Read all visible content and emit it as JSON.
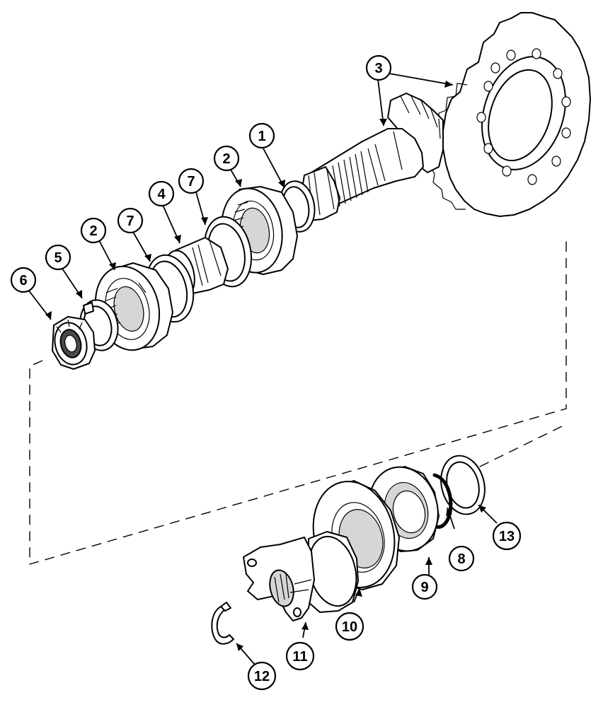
{
  "callouts": [
    {
      "id": "c1",
      "label": "1"
    },
    {
      "id": "c2a",
      "label": "2"
    },
    {
      "id": "c2b",
      "label": "2"
    },
    {
      "id": "c3",
      "label": "3"
    },
    {
      "id": "c4",
      "label": "4"
    },
    {
      "id": "c5",
      "label": "5"
    },
    {
      "id": "c6",
      "label": "6"
    },
    {
      "id": "c7a",
      "label": "7"
    },
    {
      "id": "c7b",
      "label": "7"
    },
    {
      "id": "c8",
      "label": "8"
    },
    {
      "id": "c9",
      "label": "9"
    },
    {
      "id": "c10",
      "label": "10"
    },
    {
      "id": "c11",
      "label": "11"
    },
    {
      "id": "c12",
      "label": "12"
    },
    {
      "id": "c13",
      "label": "13"
    }
  ]
}
